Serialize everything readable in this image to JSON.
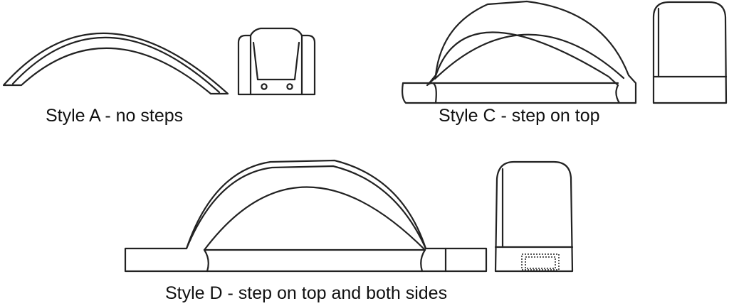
{
  "styles": [
    {
      "id": "A",
      "caption": "Style A - no steps"
    },
    {
      "id": "C",
      "caption": "Style C - step on top"
    },
    {
      "id": "D",
      "caption": "Style D - step on top and both sides"
    }
  ],
  "colors": {
    "line": "#222222",
    "background": "#ffffff",
    "text": "#111111"
  }
}
